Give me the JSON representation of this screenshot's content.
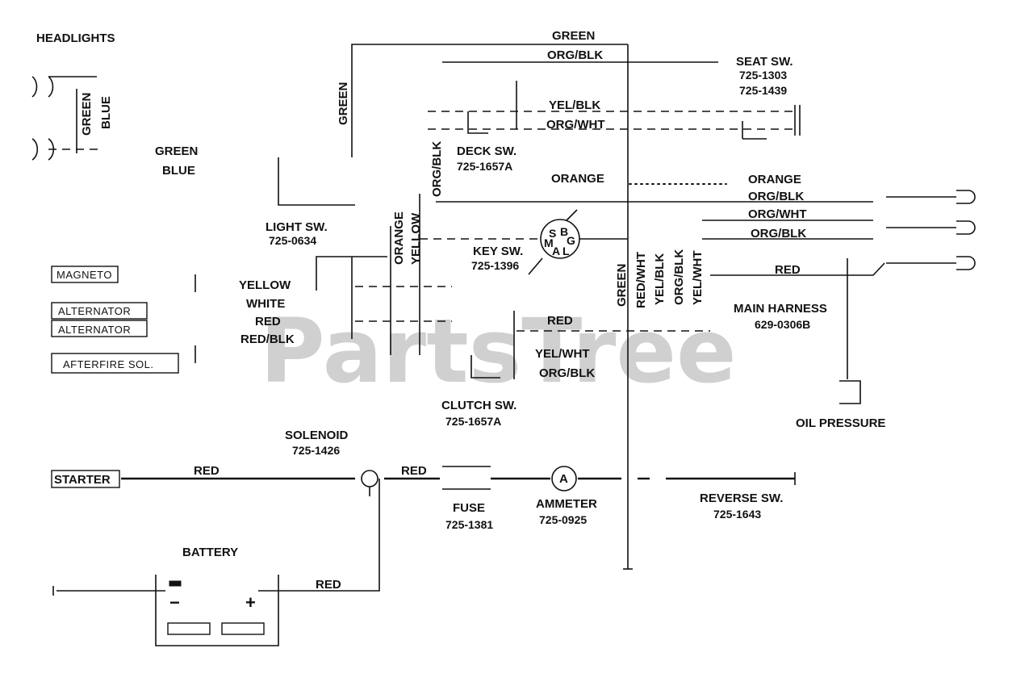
{
  "watermark": "PartsTree",
  "labels": {
    "headlights": "HEADLIGHTS",
    "headlight_green": "GREEN",
    "headlight_blue": "BLUE",
    "green_mid": "GREEN",
    "blue_mid": "BLUE",
    "green_top": "GREEN",
    "green_vert_left": "GREEN",
    "org_blk_top": "ORG/BLK",
    "seat_sw": "SEAT SW.",
    "seat_sw_pn1": "725-1303",
    "seat_sw_pn2": "725-1439",
    "yel_blk_top": "YEL/BLK",
    "org_wht_top": "ORG/WHT",
    "org_blk_vert": "ORG/BLK",
    "deck_sw": "DECK SW.",
    "deck_sw_pn": "725-1657A",
    "orange_mid": "ORANGE",
    "orange_right": "ORANGE",
    "org_blk_right1": "ORG/BLK",
    "org_wht_right": "ORG/WHT",
    "org_blk_right2": "ORG/BLK",
    "light_sw": "LIGHT SW.",
    "light_sw_pn": "725-0634",
    "orange_vert": "ORANGE",
    "yellow_vert": "YELLOW",
    "key_sw": "KEY SW.",
    "key_sw_pn": "725-1396",
    "key_terms": [
      "S",
      "B",
      "M",
      "G",
      "A",
      "L"
    ],
    "green_vert_right": "GREEN",
    "red_wht_vert": "RED/WHT",
    "yel_blk_vert": "YEL/BLK",
    "org_blk_vert2": "ORG/BLK",
    "yel_wht_vert": "YEL/WHT",
    "red_right": "RED",
    "main_harness": "MAIN HARNESS",
    "main_harness_pn": "629-0306B",
    "magneto": "MAGNETO",
    "alternator1": "ALTERNATOR",
    "alternator2": "ALTERNATOR",
    "afterfire": "AFTERFIRE SOL.",
    "yellow_left": "YELLOW",
    "white_left": "WHITE",
    "red_left": "RED",
    "red_blk_left": "RED/BLK",
    "red_center": "RED",
    "yel_wht_center": "YEL/WHT",
    "org_blk_center": "ORG/BLK",
    "clutch_sw": "CLUTCH SW.",
    "clutch_sw_pn": "725-1657A",
    "oil_pressure": "OIL PRESSURE",
    "solenoid": "SOLENOID",
    "solenoid_pn": "725-1426",
    "starter": "STARTER",
    "red_starter": "RED",
    "red_solenoid": "RED",
    "fuse": "FUSE",
    "fuse_pn": "725-1381",
    "ammeter": "AMMETER",
    "ammeter_pn": "725-0925",
    "ammeter_symbol": "A",
    "reverse_sw": "REVERSE SW.",
    "reverse_sw_pn": "725-1643",
    "battery": "BATTERY",
    "red_battery": "RED",
    "neg": "−",
    "pos": "+"
  }
}
